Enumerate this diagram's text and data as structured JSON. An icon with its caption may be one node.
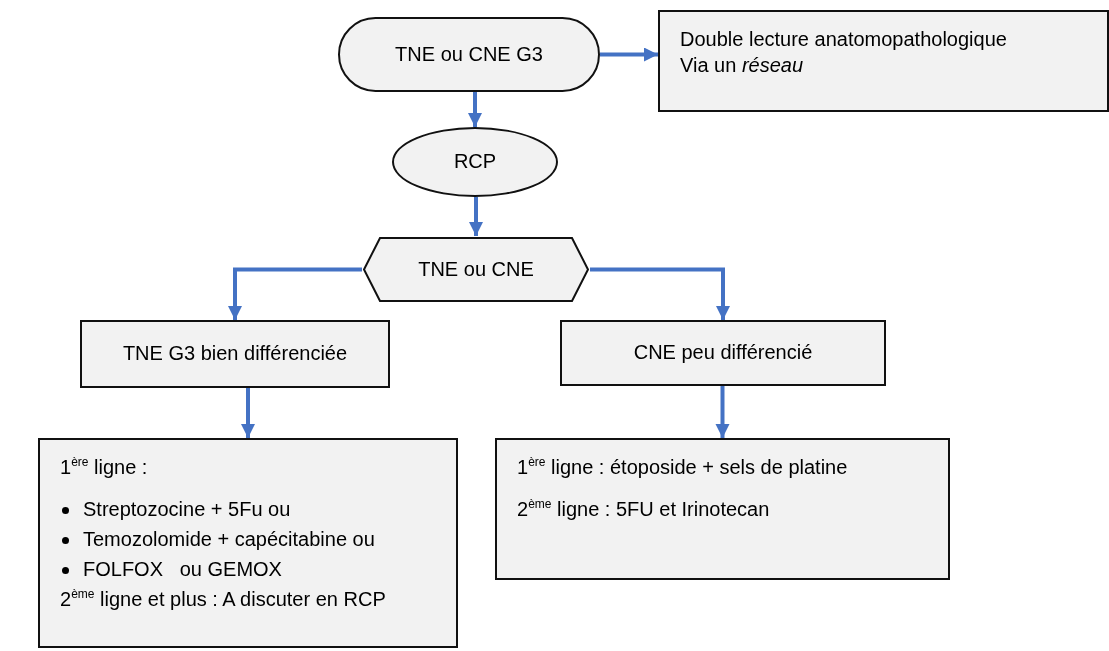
{
  "diagram": {
    "nodes": [
      {
        "text": [
          "TNE ou CNE G3"
        ]
      },
      {
        "text": [
          "Double lecture anatomopathologique Via un *réseau*"
        ]
      },
      {
        "text": [
          "RCP"
        ]
      },
      {
        "text": [
          "TNE ou CNE"
        ]
      },
      {
        "text": [
          "TNE G3 bien différenciée"
        ]
      },
      {
        "text": [
          "CNE peu différencié"
        ]
      },
      {
        "text": [
          "1$^{ère}$ ligne :",
          "Streptozocine + 5Fu ou",
          "Temozolomide + capécitabine ou",
          "FOLFOX   ou GEMOX",
          "2$^{ème}$ ligne et plus : A discuter en RCP"
        ]
      },
      {
        "text": [
          "1$^{ère}$ ligne : étoposide + sels de platine",
          "2$^{ème}$ ligne : 5FU et Irinotecan"
        ]
      }
    ],
    "edges": [
      {
        "from": 0,
        "to": 1,
        "arrow": "to"
      },
      {
        "from": 0,
        "to": 2,
        "arrow": "to"
      },
      {
        "from": 2,
        "to": 3,
        "arrow": "to"
      },
      {
        "from": 3,
        "to": 4,
        "arrow": "to"
      },
      {
        "from": 3,
        "to": 5,
        "arrow": "to"
      },
      {
        "from": 4,
        "to": 6,
        "arrow": "to"
      },
      {
        "from": 5,
        "to": 7,
        "arrow": "to"
      }
    ]
  }
}
